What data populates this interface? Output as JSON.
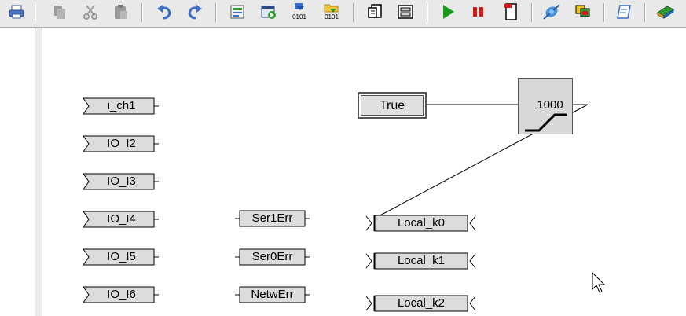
{
  "toolbar": {
    "buttons": [
      {
        "icon": "print-icon"
      },
      {
        "icon": "copy-icon"
      },
      {
        "icon": "cut-icon"
      },
      {
        "icon": "paste-icon"
      },
      {
        "icon": "undo-icon"
      },
      {
        "icon": "redo-icon"
      },
      {
        "icon": "compile-icon"
      },
      {
        "icon": "simulate-icon"
      },
      {
        "icon": "download-binary-icon",
        "text": "0101"
      },
      {
        "icon": "open-binary-icon",
        "text": "0101"
      },
      {
        "icon": "insert-block-icon"
      },
      {
        "icon": "properties-icon"
      },
      {
        "icon": "run-icon"
      },
      {
        "icon": "stop-icon"
      },
      {
        "icon": "monitor-icon"
      },
      {
        "icon": "online-icon"
      },
      {
        "icon": "windows-icon"
      },
      {
        "icon": "notes-icon"
      },
      {
        "icon": "help-book-icon"
      }
    ]
  },
  "diagram": {
    "inputs": [
      "i_ch1",
      "IO_I2",
      "IO_I3",
      "IO_I4",
      "IO_I5",
      "IO_I6"
    ],
    "errors": [
      "Ser1Err",
      "Ser0Err",
      "NetwErr"
    ],
    "locals": [
      "Local_k0",
      "Local_k1",
      "Local_k2"
    ],
    "constant": "True",
    "timer_value": "1000"
  },
  "colors": {
    "toolbar_bg": "#e9e9e9",
    "block_fill": "#dcdcdc",
    "run_green": "#1a9a1a",
    "stop_red": "#d81a1a"
  }
}
